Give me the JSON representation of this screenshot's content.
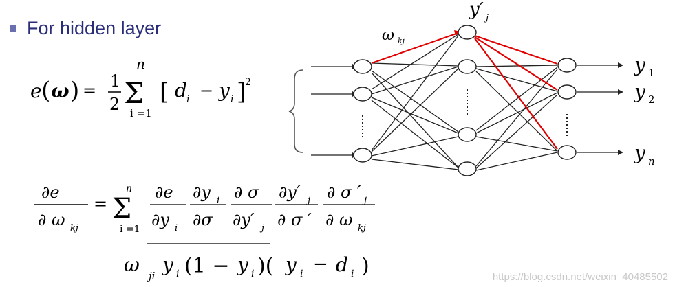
{
  "slide": {
    "bullet_text": "For hidden layer"
  },
  "formula_error": {
    "lhs_e": "e",
    "lhs_omega": "ω",
    "equals": "=",
    "frac_num": "1",
    "frac_den": "2",
    "sum_top": "n",
    "sum_bottom": "i =1",
    "d": "d",
    "d_sub": "i",
    "minus": "−",
    "y": "y",
    "y_sub": "i",
    "sq": "2"
  },
  "formula_deriv": {
    "lhs_num": "∂e",
    "lhs_den": "∂ ω",
    "lhs_den_sub": "kj",
    "equals": "=",
    "sum_top": "n",
    "sum_bottom": "i =1",
    "t1_num": "∂e",
    "t1_den": "∂y",
    "t1_den_sub": "i",
    "t2_num": "∂y",
    "t2_num_sub": "i",
    "t2_den": "∂σ",
    "t3_num": "∂ σ",
    "t3_den": "∂y′",
    "t3_den_sub": "j",
    "t4_num": "∂y′",
    "t4_num_sub": "j",
    "t4_den": "∂ σ ′",
    "t5_num": "∂ σ ′",
    "t5_num_sub": "j",
    "t5_den": "∂ ω",
    "t5_den_sub": "kj"
  },
  "formula_result": {
    "omega": "ω",
    "omega_sub": "ji",
    "y1": "y",
    "y1_sub": "i",
    "one_minus": "(1 −",
    "y2": "y",
    "y2_sub": "i",
    "close_open": ")(",
    "y3": "y",
    "y3_sub": "i",
    "minus": "−",
    "d": "d",
    "d_sub": "i",
    "close": ")"
  },
  "network": {
    "weight_label": "ω",
    "weight_sub": "kj",
    "hidden_label": "y′",
    "hidden_sub": "j",
    "outputs": [
      {
        "label": "y",
        "sub": "1"
      },
      {
        "label": "y",
        "sub": "2"
      },
      {
        "label": "y",
        "sub": "n"
      }
    ],
    "colors": {
      "edge": "#222222",
      "highlight": "#e00000"
    }
  },
  "watermark": "https://blog.csdn.net/weixin_40485502"
}
